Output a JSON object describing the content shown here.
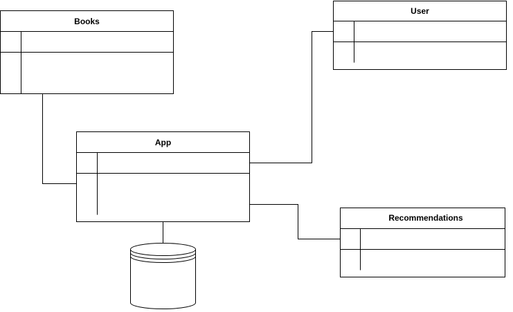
{
  "diagram": {
    "boxes": {
      "books": {
        "title": "Books"
      },
      "user": {
        "title": "User"
      },
      "app": {
        "title": "App"
      },
      "recommendations": {
        "title": "Recommendations"
      }
    },
    "database": {
      "label": ""
    },
    "colors": {
      "stroke": "#000000",
      "background": "#ffffff"
    }
  }
}
